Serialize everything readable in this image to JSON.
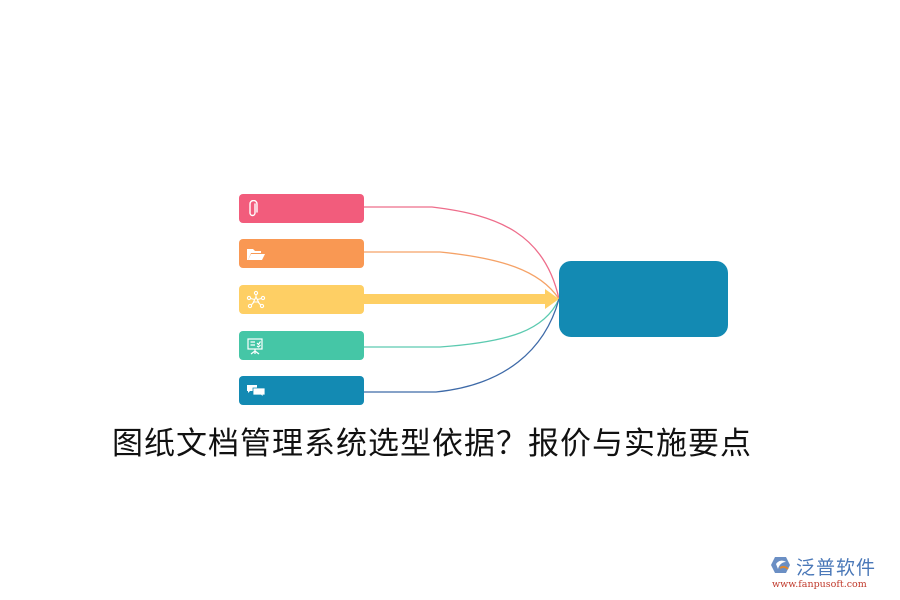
{
  "title": "图纸文档管理系统选型依据？报价与实施要点",
  "nodes": [
    {
      "id": "node-1",
      "icon": "paperclip-icon",
      "color": "#f25c7c",
      "line_color": "#ee6d8b",
      "label": ""
    },
    {
      "id": "node-2",
      "icon": "folder-open-icon",
      "color": "#f99853",
      "line_color": "#f5a267",
      "label": ""
    },
    {
      "id": "node-3",
      "icon": "network-icon",
      "color": "#fecf64",
      "line_color": "#fecf64",
      "label": ""
    },
    {
      "id": "node-4",
      "icon": "presentation-board-icon",
      "color": "#45c6a6",
      "line_color": "#5ccab0",
      "label": ""
    },
    {
      "id": "node-5",
      "icon": "chat-bubbles-icon",
      "color": "#138ab3",
      "line_color": "#3e6aa8",
      "label": ""
    }
  ],
  "hub": {
    "color": "#138ab3",
    "label": ""
  },
  "logo": {
    "name": "泛普软件",
    "url": "www.fanpusoft.com",
    "name_color": "#4a78b8",
    "url_color": "#c0392b"
  }
}
